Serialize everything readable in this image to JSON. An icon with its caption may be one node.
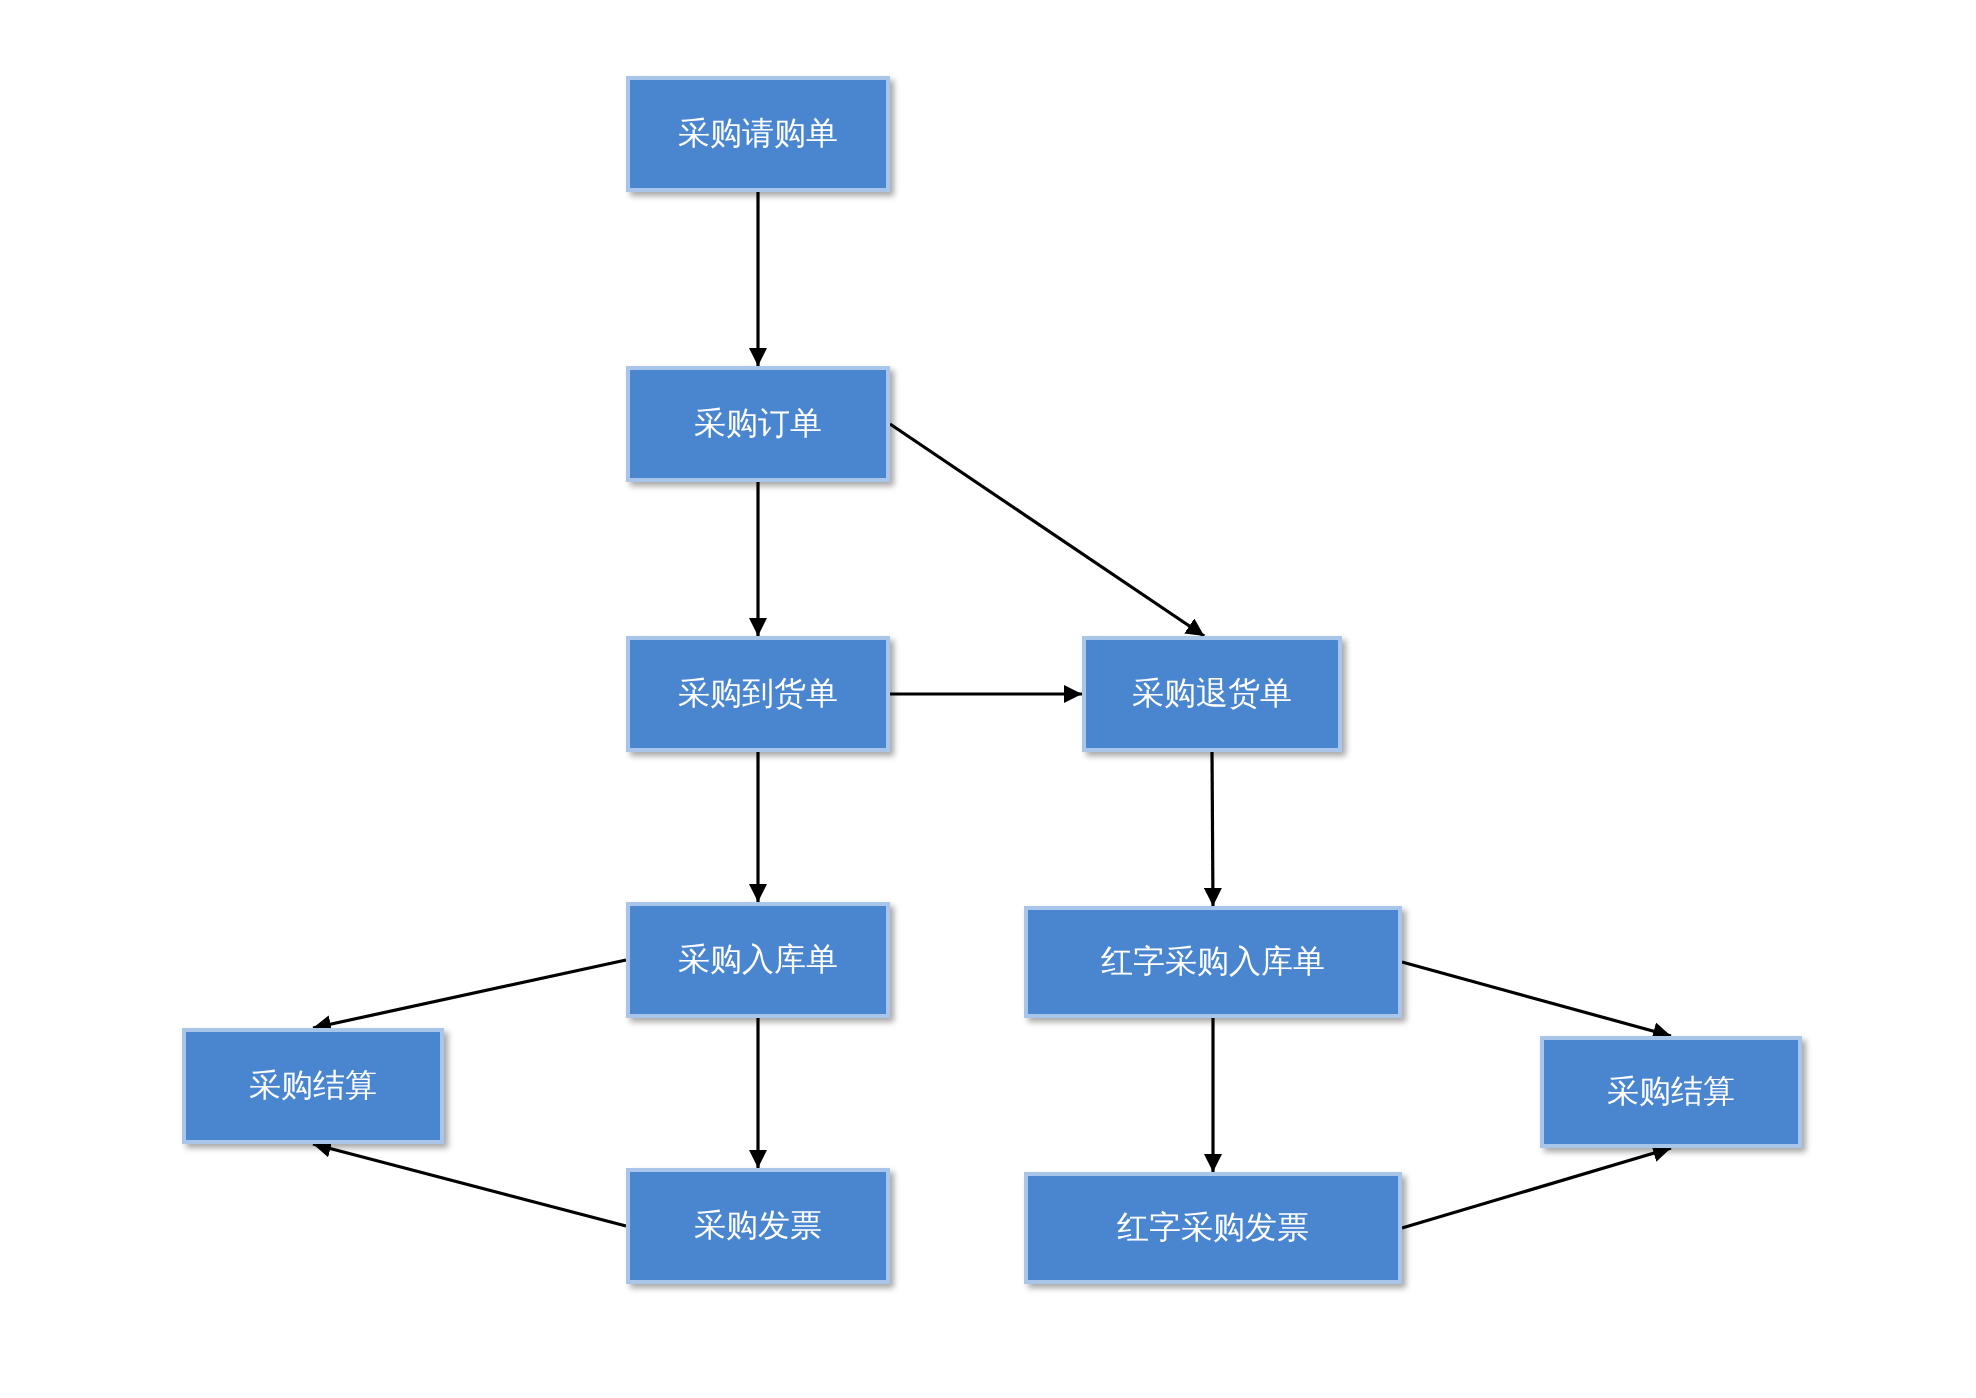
{
  "diagram": {
    "nodes": [
      {
        "text": [
          "采购请购单"
        ]
      },
      {
        "text": [
          "采购订单"
        ]
      },
      {
        "text": [
          "采购到货单"
        ]
      },
      {
        "text": [
          "采购退货单"
        ]
      },
      {
        "text": [
          "采购入库单"
        ]
      },
      {
        "text": [
          "红字采购入库单"
        ]
      },
      {
        "text": [
          "采购结算"
        ]
      },
      {
        "text": [
          "采购结算"
        ]
      },
      {
        "text": [
          "采购发票"
        ]
      },
      {
        "text": [
          "红字采购发票"
        ]
      }
    ],
    "edges": [
      {
        "from": 0,
        "to": 1,
        "arrow": "to"
      },
      {
        "from": 1,
        "to": 2,
        "arrow": "to"
      },
      {
        "from": 1,
        "to": 3,
        "arrow": "to"
      },
      {
        "from": 2,
        "to": 3,
        "arrow": "to"
      },
      {
        "from": 2,
        "to": 4,
        "arrow": "to"
      },
      {
        "from": 3,
        "to": 5,
        "arrow": "to"
      },
      {
        "from": 4,
        "to": 6,
        "arrow": "to"
      },
      {
        "from": 4,
        "to": 8,
        "arrow": "to"
      },
      {
        "from": 8,
        "to": 6,
        "arrow": "to"
      },
      {
        "from": 5,
        "to": 7,
        "arrow": "to"
      },
      {
        "from": 5,
        "to": 9,
        "arrow": "to"
      },
      {
        "from": 9,
        "to": 7,
        "arrow": "to"
      }
    ]
  }
}
